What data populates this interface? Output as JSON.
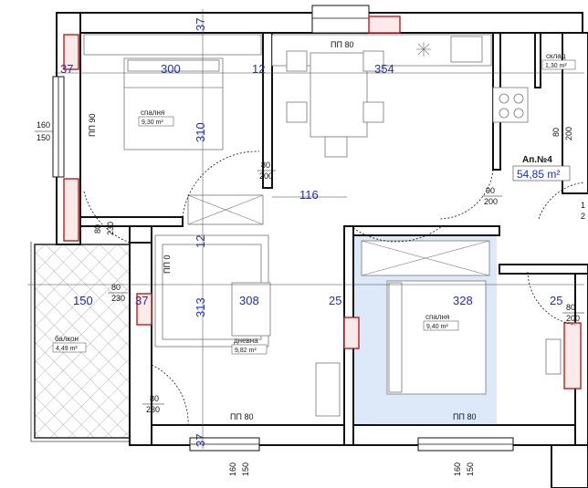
{
  "apartment": {
    "title": "Ап.№4",
    "area": "54,85 m²"
  },
  "rooms": {
    "bedroom1": {
      "label": "спалня",
      "area": "9,30 m²"
    },
    "bedroom2": {
      "label": "спалня",
      "area": "9,40 m²"
    },
    "living": {
      "label": "дневна",
      "area": "9,82 m²"
    },
    "storage": {
      "label": "склад",
      "area": "1,30 m²"
    },
    "balcony": {
      "label": "балкон",
      "area": "4,49 m²"
    }
  },
  "dimensions": {
    "top_left": "37",
    "bedroom_width": "300",
    "wall_12a": "12",
    "kitchen_width": "354",
    "bedroom_depth": "310",
    "hall_width": "116",
    "wall_12b": "12",
    "balcony_width": "150",
    "wall_37b": "37",
    "living_width": "308",
    "wall_25a": "25",
    "bedroom2_width": "328",
    "wall_25b": "25",
    "living_depth": "313",
    "top_37": "37",
    "bottom_37": "37"
  },
  "openings": {
    "pp80_top": "ПП 80",
    "pp90": "ПП 90",
    "pp0": "ПП 0",
    "pp80_bottom_left": "ПП 80",
    "pp80_bottom_right": "ПП 80",
    "win_left_w": "160",
    "win_left_h": "150",
    "door_bed_w": "80",
    "door_bed_h": "200",
    "door_side_w": "80",
    "door_side_h": "230",
    "door_bal_w": "80",
    "door_bal_h": "230",
    "door_liv_w": "80",
    "door_liv_h": "230",
    "door_hall_w": "90",
    "door_hall_h": "200",
    "door_store_w": "80",
    "door_store_h": "200",
    "door_right_w": "1",
    "door_right_h": "2",
    "door_bed2_w": "80",
    "door_bed2_h": "200",
    "win_bot_left_w": "160",
    "win_bot_left_h": "150",
    "win_bot_right_w": "160",
    "win_bot_right_h": "150"
  }
}
